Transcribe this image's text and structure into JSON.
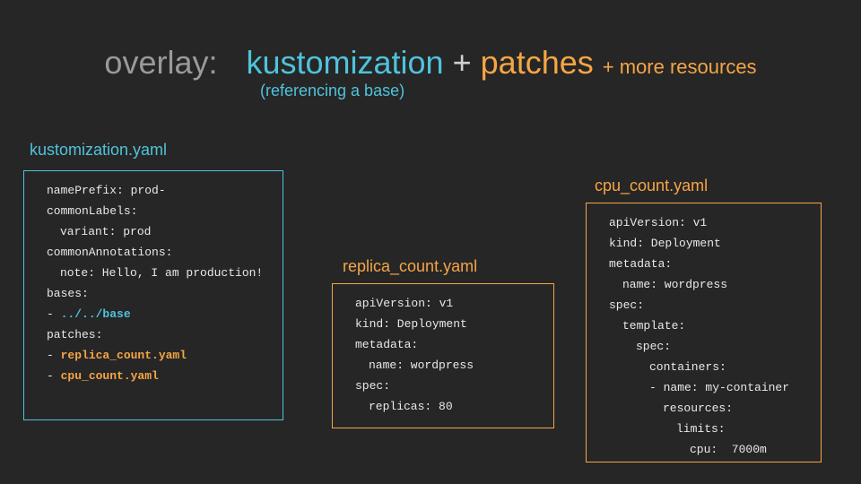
{
  "title": {
    "overlay": "overlay:",
    "kustomization": "kustomization",
    "plus": "+",
    "patches": "patches",
    "more": "+ more resources"
  },
  "subtitle": "(referencing a base)",
  "kustomization_file": {
    "label": "kustomization.yaml",
    "lines": [
      {
        "text": "namePrefix: prod-",
        "indent": 0
      },
      {
        "text": "commonLabels:",
        "indent": 0
      },
      {
        "text": "variant: prod",
        "indent": 1
      },
      {
        "text": "commonAnnotations:",
        "indent": 0
      },
      {
        "text": "note: Hello, I am production!",
        "indent": 1
      },
      {
        "text": "bases:",
        "indent": 0
      },
      {
        "text": "- ",
        "highlight": "../../base",
        "color": "blue",
        "indent": 0
      },
      {
        "text": "patches:",
        "indent": 0
      },
      {
        "text": "- ",
        "highlight": "replica_count.yaml",
        "color": "orange",
        "indent": 0
      },
      {
        "text": "- ",
        "highlight": "cpu_count.yaml",
        "color": "orange",
        "indent": 0
      }
    ]
  },
  "replica_file": {
    "label": "replica_count.yaml",
    "lines": [
      {
        "text": "apiVersion: v1",
        "indent": 0
      },
      {
        "text": "kind: Deployment",
        "indent": 0
      },
      {
        "text": "metadata:",
        "indent": 0
      },
      {
        "text": "name: wordpress",
        "indent": 1
      },
      {
        "text": "spec:",
        "indent": 0
      },
      {
        "text": "replicas: 80",
        "indent": 1
      }
    ]
  },
  "cpu_file": {
    "label": "cpu_count.yaml",
    "lines": [
      {
        "text": "apiVersion: v1",
        "indent": 0
      },
      {
        "text": "kind: Deployment",
        "indent": 0
      },
      {
        "text": "metadata:",
        "indent": 0
      },
      {
        "text": "name: wordpress",
        "indent": 1
      },
      {
        "text": "spec:",
        "indent": 0
      },
      {
        "text": "template:",
        "indent": 1
      },
      {
        "text": "spec:",
        "indent": 2
      },
      {
        "text": "containers:",
        "indent": 3
      },
      {
        "text": "- name: my-container",
        "indent": 3
      },
      {
        "text": "resources:",
        "indent": 4
      },
      {
        "text": "limits:",
        "indent": 5
      },
      {
        "text": "cpu:  7000m",
        "indent": 6
      }
    ]
  },
  "colors": {
    "background": "#262626",
    "blue": "#4fc3dc",
    "orange": "#f6a545",
    "gray": "#9a9a9a",
    "code_text": "#e8e8e8"
  }
}
